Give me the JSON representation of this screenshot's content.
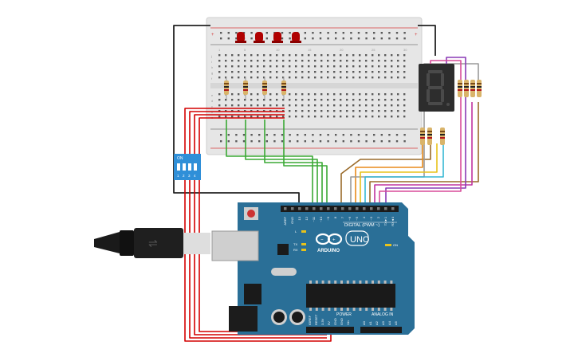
{
  "arduino": {
    "brand": "ARDUINO",
    "model": "UNO",
    "digital_header": "DIGITAL (PWM ~)",
    "power_header": "POWER",
    "analog_header": "ANALOG IN",
    "on_label": "ON",
    "led_l": "L",
    "led_tx": "TX",
    "led_rx": "RX",
    "digital_pins": [
      "AREF",
      "GND",
      "13",
      "12",
      "~11",
      "~10",
      "~9",
      "8",
      "7",
      "~6",
      "~5",
      "4",
      "~3",
      "2",
      "TX►1",
      "RX◄0"
    ],
    "power_pins": [
      "IOREF",
      "RESET",
      "3.3V",
      "5V",
      "GND",
      "GND",
      "Vin"
    ],
    "analog_pins": [
      "A0",
      "A1",
      "A2",
      "A3",
      "A4",
      "A5"
    ]
  },
  "dip_switch": {
    "on_label": "ON",
    "numbers": [
      "1",
      "2",
      "3",
      "4"
    ]
  },
  "breadboard": {
    "row_letters_top": [
      "j",
      "i",
      "h",
      "g",
      "f"
    ],
    "row_letters_bottom": [
      "e",
      "d",
      "c",
      "b",
      "a"
    ],
    "column_numbers": [
      "1",
      "5",
      "10",
      "15",
      "20",
      "25",
      "30"
    ]
  },
  "seven_segment": {
    "digit": "8"
  },
  "colors": {
    "board_blue": "#2a6f97",
    "wire_red": "#d40000",
    "wire_green": "#3aa935",
    "wire_black": "#222222",
    "led_red": "#b00000",
    "dip_blue": "#2f8fd8"
  }
}
